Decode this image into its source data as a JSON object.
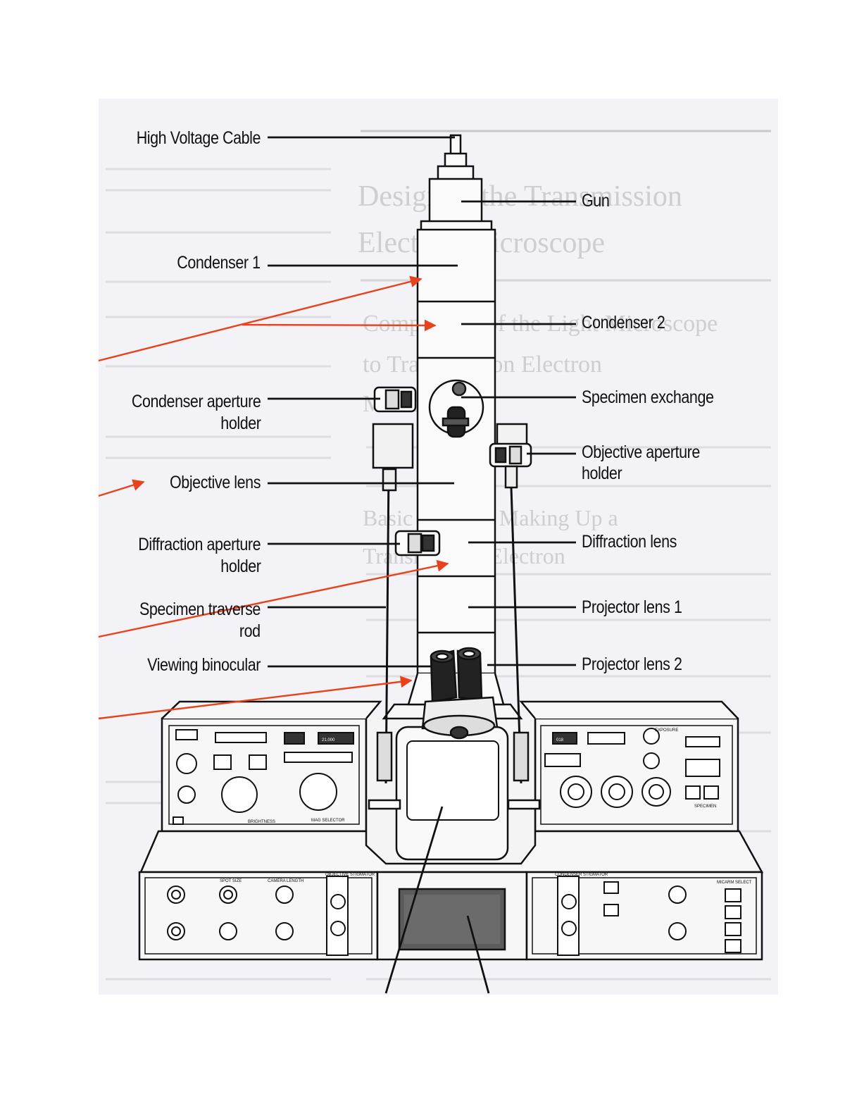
{
  "labels_left": {
    "high_voltage_cable": "High Voltage Cable",
    "condenser_1": "Condenser 1",
    "condenser_aperture_line1": "Condenser aperture",
    "condenser_aperture_line2": "holder",
    "objective_lens": "Objective lens",
    "diffraction_aperture_line1": "Diffraction aperture",
    "diffraction_aperture_line2": "holder",
    "specimen_traverse_line1": "Specimen traverse",
    "specimen_traverse_line2": "rod",
    "viewing_binocular": "Viewing binocular"
  },
  "labels_right": {
    "gun": "Gun",
    "condenser_2": "Condenser 2",
    "specimen_exchange": "Specimen exchange",
    "objective_aperture_line1": "Objective aperture",
    "objective_aperture_line2": "holder",
    "diffraction_lens": "Diffraction lens",
    "projector_lens_1": "Projector lens 1",
    "projector_lens_2": "Projector lens 2"
  },
  "bleed_text": {
    "heading_line1": "Design of the Transmission",
    "heading_line2": "Electron Microscope",
    "subheading_line1": "Comparison of the Light Microscope",
    "subheading_line2": "to Transmission Electron",
    "subheading_line3": "Microscope",
    "section_line1": "Basic Systems Making Up a",
    "section_line2": "Transmission Electron"
  },
  "panel_text": {
    "lower_left_1": "SPOT SIZE",
    "lower_left_2": "CAMERA LENGTH",
    "lower_left_3": "OBJECTIVE STIGMATOR",
    "lower_right_1": "CONDENSER STIGMATOR",
    "lower_right_2": "MICARM SELECT",
    "upper_right_1": "EXPOSURE",
    "upper_right_2": "SPECIMEN",
    "upper_left_1": "MAG SELECTOR",
    "upper_left_2": "BRIGHTNESS",
    "upper_left_mag": "21.000",
    "upper_right_counter": "018"
  },
  "colors": {
    "arrow": "#e8421c",
    "ink": "#111111",
    "scan_background": "#f3f2f6"
  }
}
